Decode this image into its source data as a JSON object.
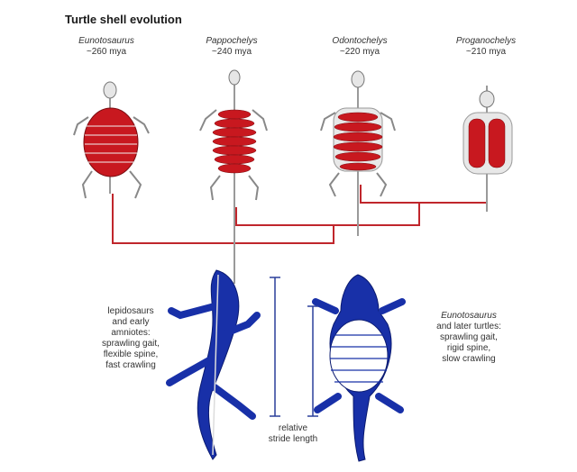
{
  "title": "Turtle shell evolution",
  "species": [
    {
      "name": "Eunotosaurus",
      "age": "~260 mya"
    },
    {
      "name": "Pappochelys",
      "age": "~240 mya"
    },
    {
      "name": "Odontochelys",
      "age": "~220 mya"
    },
    {
      "name": "Proganochelys",
      "age": "~210 mya"
    }
  ],
  "left_caption": [
    "lepidosaurs",
    "and early",
    "amniotes:",
    "sprawling gait,",
    "flexible spine,",
    "fast crawling"
  ],
  "right_caption_name": "Eunotosaurus",
  "right_caption": [
    "and later turtles:",
    "sprawling gait,",
    "rigid spine,",
    "slow crawling"
  ],
  "stride_label": [
    "relative",
    "stride length"
  ],
  "colors": {
    "shell": "#c8181f",
    "tree": "#c0262c",
    "body": "#1830a8",
    "bone": "#dcdcdc",
    "bar": "#2a3f9a"
  }
}
